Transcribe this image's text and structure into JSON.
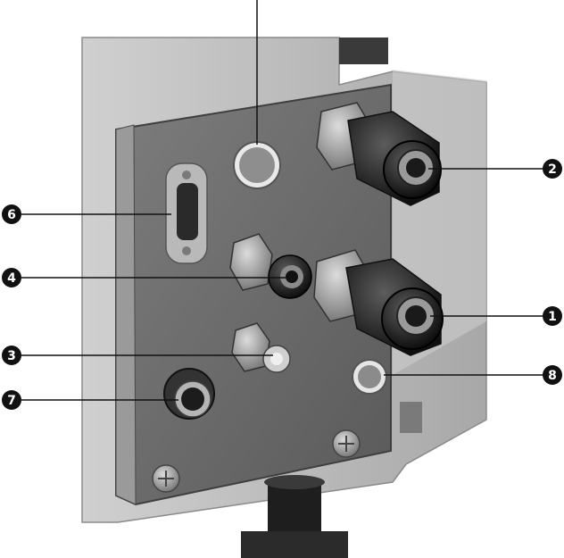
{
  "callouts": [
    {
      "id": "c1",
      "label": "1"
    },
    {
      "id": "c2",
      "label": "2"
    },
    {
      "id": "c3",
      "label": "3"
    },
    {
      "id": "c4",
      "label": "4"
    },
    {
      "id": "c6",
      "label": "6"
    },
    {
      "id": "c7",
      "label": "7"
    },
    {
      "id": "c8",
      "label": "8"
    }
  ],
  "colors": {
    "panel": "#6f6f6f",
    "housing": "#bdbdbd",
    "fitting": "#2a2a2a",
    "callout": "#111111",
    "leader": "#111111"
  }
}
